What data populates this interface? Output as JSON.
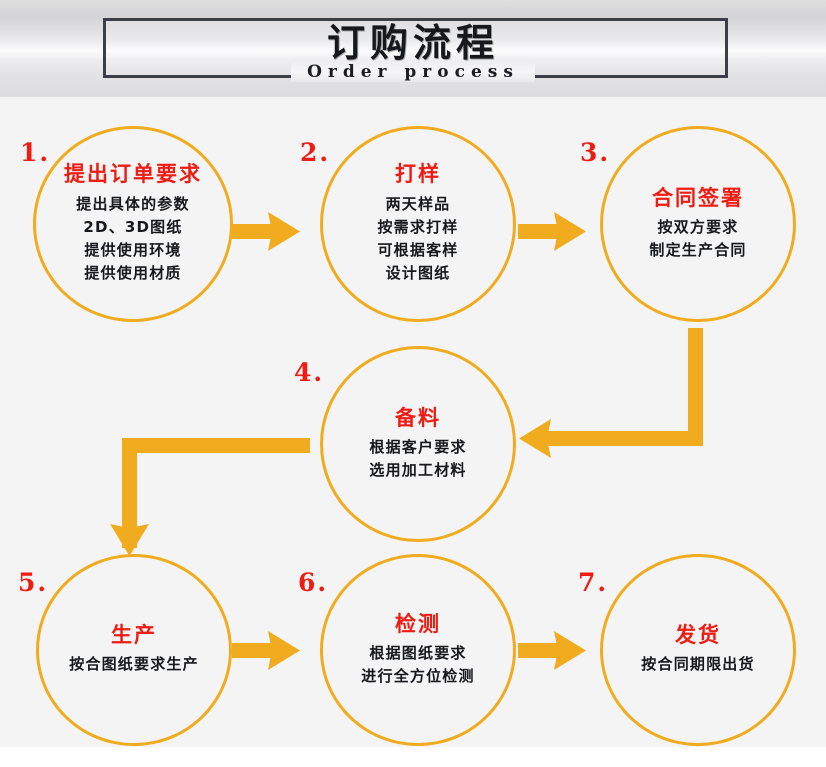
{
  "header": {
    "title": "订购流程",
    "subtitle": "Order process"
  },
  "colors": {
    "accent": "#F0AC1E",
    "title_red": "#EE1C13",
    "body_text": "#16181C",
    "header_text": "#16181C",
    "page_background": "#F4F4F4"
  },
  "flow": {
    "steps": [
      {
        "index": "1.",
        "title": "提出订单要求",
        "lines": [
          "提出具体的参数",
          "2D、3D图纸",
          "提供使用环境",
          "提供使用材质"
        ]
      },
      {
        "index": "2.",
        "title": "打样",
        "lines": [
          "两天样品",
          "按需求打样",
          "可根据客样",
          "设计图纸"
        ]
      },
      {
        "index": "3.",
        "title": "合同签署",
        "lines": [
          "按双方要求",
          "制定生产合同"
        ]
      },
      {
        "index": "4.",
        "title": "备料",
        "lines": [
          "根据客户要求",
          "选用加工材料"
        ]
      },
      {
        "index": "5.",
        "title": "生产",
        "lines": [
          "按合图纸要求生产"
        ]
      },
      {
        "index": "6.",
        "title": "检测",
        "lines": [
          "根据图纸要求",
          "进行全方位检测"
        ]
      },
      {
        "index": "7.",
        "title": "发货",
        "lines": [
          "按合同期限出货"
        ]
      }
    ],
    "connectors": [
      {
        "name": "arrow-step1-to-step2",
        "type": "straight-right"
      },
      {
        "name": "arrow-step2-to-step3",
        "type": "straight-right"
      },
      {
        "name": "arrow-step3-to-step4",
        "type": "elbow-down-left"
      },
      {
        "name": "arrow-step4-to-step5",
        "type": "elbow-left-down"
      },
      {
        "name": "arrow-step5-to-step6",
        "type": "straight-right"
      },
      {
        "name": "arrow-step6-to-step7",
        "type": "straight-right"
      }
    ]
  }
}
